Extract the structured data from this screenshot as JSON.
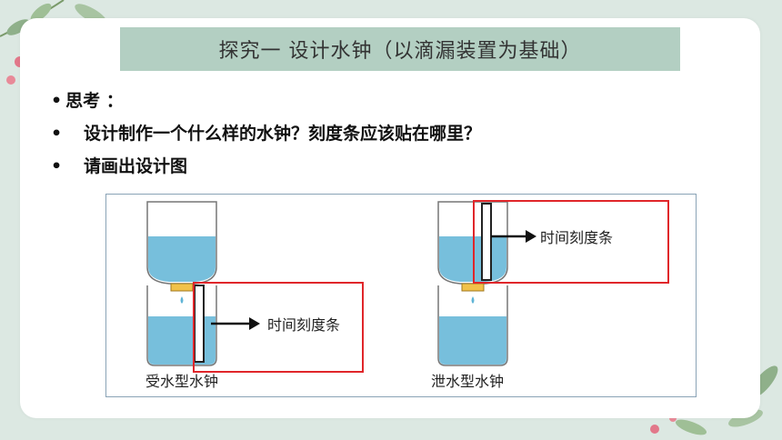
{
  "title": "探究一  设计水钟（以滴漏装置为基础）",
  "bullets": [
    {
      "marker": "•",
      "text": "思考 ："
    },
    {
      "marker": "•",
      "text": "设计制作一个什么样的水钟？刻度条应该贴在哪里？"
    },
    {
      "marker": "•",
      "text": "请画出设计图"
    }
  ],
  "figures": [
    {
      "caption": "受水型水钟",
      "scale_label": "时间刻度条"
    },
    {
      "caption": "泄水型水钟",
      "scale_label": "时间刻度条"
    }
  ],
  "colors": {
    "title_bar": "#b3cfc2",
    "water": "#5fb4d6",
    "highlight_box": "#e0262a",
    "background": "#dce8e2"
  }
}
